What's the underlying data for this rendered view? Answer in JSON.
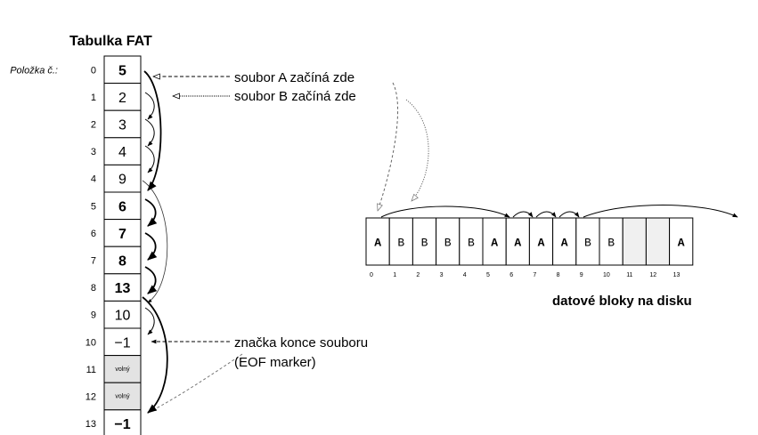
{
  "fat": {
    "title": "Tabulka FAT",
    "index_label": "Položka č.:",
    "entries": [
      {
        "index": "0",
        "value": "5",
        "bold": true,
        "free": false
      },
      {
        "index": "1",
        "value": "2",
        "bold": false,
        "free": false
      },
      {
        "index": "2",
        "value": "3",
        "bold": false,
        "free": false
      },
      {
        "index": "3",
        "value": "4",
        "bold": false,
        "free": false
      },
      {
        "index": "4",
        "value": "9",
        "bold": false,
        "free": false
      },
      {
        "index": "5",
        "value": "6",
        "bold": true,
        "free": false
      },
      {
        "index": "6",
        "value": "7",
        "bold": true,
        "free": false
      },
      {
        "index": "7",
        "value": "8",
        "bold": true,
        "free": false
      },
      {
        "index": "8",
        "value": "13",
        "bold": true,
        "free": false
      },
      {
        "index": "9",
        "value": "10",
        "bold": false,
        "free": false
      },
      {
        "index": "10",
        "value": "−1",
        "bold": false,
        "free": false
      },
      {
        "index": "11",
        "value": "volný",
        "bold": false,
        "free": true
      },
      {
        "index": "12",
        "value": "volný",
        "bold": false,
        "free": true
      },
      {
        "index": "13",
        "value": "−1",
        "bold": true,
        "free": false
      }
    ]
  },
  "annotations": {
    "file_a_start": "soubor A začíná zde",
    "file_b_start": "soubor B začíná zde",
    "eof_line1": "značka konce souboru",
    "eof_line2": "(EOF marker)"
  },
  "disk": {
    "caption": "datové bloky na disku",
    "blocks": [
      {
        "index": "0",
        "label": "A",
        "bold": true
      },
      {
        "index": "1",
        "label": "B",
        "bold": false
      },
      {
        "index": "2",
        "label": "B",
        "bold": false
      },
      {
        "index": "3",
        "label": "B",
        "bold": false
      },
      {
        "index": "4",
        "label": "B",
        "bold": false
      },
      {
        "index": "5",
        "label": "A",
        "bold": true
      },
      {
        "index": "6",
        "label": "A",
        "bold": true
      },
      {
        "index": "7",
        "label": "A",
        "bold": true
      },
      {
        "index": "8",
        "label": "A",
        "bold": true
      },
      {
        "index": "9",
        "label": "B",
        "bold": false
      },
      {
        "index": "10",
        "label": "B",
        "bold": false
      },
      {
        "index": "11",
        "label": "",
        "bold": false
      },
      {
        "index": "12",
        "label": "",
        "bold": false
      },
      {
        "index": "13",
        "label": "A",
        "bold": true
      }
    ]
  }
}
